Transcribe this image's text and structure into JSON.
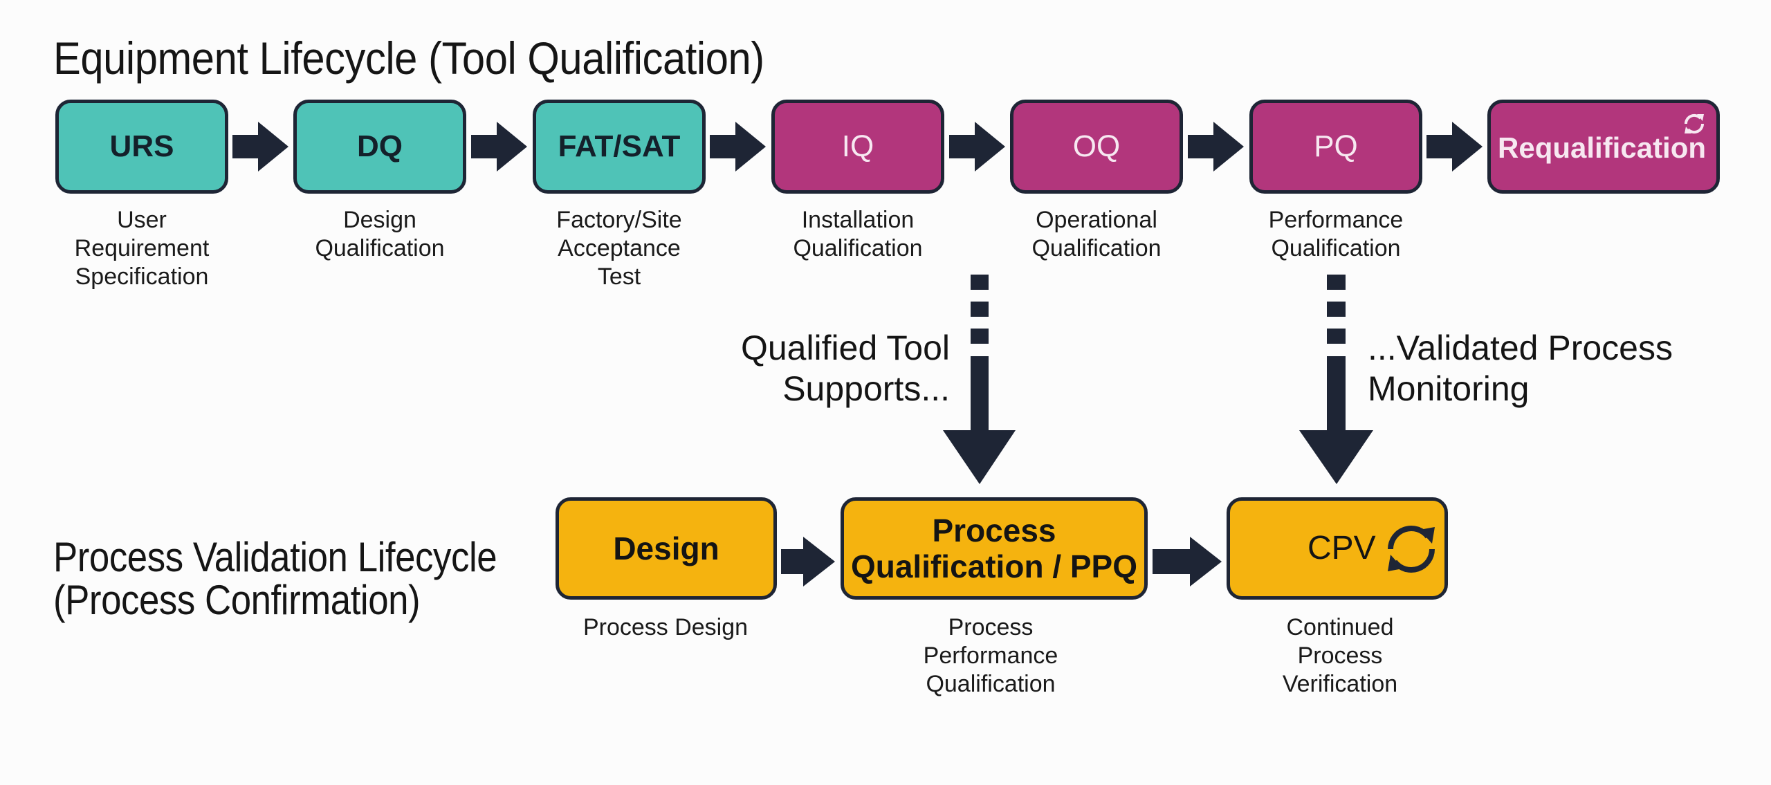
{
  "equipment_lifecycle": {
    "title": "Equipment Lifecycle (Tool Qualification)",
    "stages": [
      {
        "code": "URS",
        "description": [
          "User",
          "Requirement",
          "Specification"
        ],
        "color": "#4FC3B7"
      },
      {
        "code": "DQ",
        "description": [
          "Design",
          "Qualification"
        ],
        "color": "#4FC3B7"
      },
      {
        "code": "FAT/SAT",
        "description": [
          "Factory/Site",
          "Acceptance",
          "Test"
        ],
        "color": "#4FC3B7"
      },
      {
        "code": "IQ",
        "description": [
          "Installation",
          "Qualification"
        ],
        "color": "#B2367C"
      },
      {
        "code": "OQ",
        "description": [
          "Operational",
          "Qualification"
        ],
        "color": "#B2367C"
      },
      {
        "code": "PQ",
        "description": [
          "Performance",
          "Qualification"
        ],
        "color": "#B2367C"
      },
      {
        "code": "Requalification",
        "icon": "refresh-icon",
        "color": "#B2367C"
      }
    ]
  },
  "links": {
    "left": {
      "lines": [
        "Qualified Tool",
        "Supports..."
      ]
    },
    "right": {
      "lines": [
        "...Validated Process",
        "Monitoring"
      ]
    }
  },
  "process_validation_lifecycle": {
    "title_lines": [
      "Process Validation Lifecycle",
      "(Process Confirmation)"
    ],
    "stages": [
      {
        "code_lines": [
          "Design"
        ],
        "description": [
          "Process Design"
        ],
        "color": "#F5B30F"
      },
      {
        "code_lines": [
          "Process",
          "Qualification / PPQ"
        ],
        "description": [
          "Process",
          "Performance",
          "Qualification"
        ],
        "color": "#F5B30F"
      },
      {
        "code_lines": [
          "CPV"
        ],
        "icon": "refresh-icon",
        "description": [
          "Continued",
          "Process",
          "Verification"
        ],
        "color": "#F5B30F"
      }
    ]
  },
  "colors": {
    "arrow": "#1E2535",
    "outline": "#1E2535",
    "teal": "#4FC3B7",
    "magenta": "#B2367C",
    "yellow": "#F5B30F"
  }
}
